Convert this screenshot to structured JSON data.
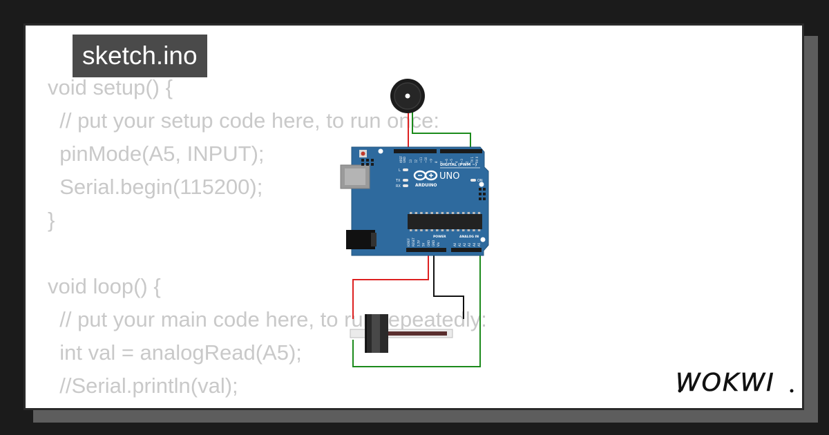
{
  "file_tab": {
    "label": "sketch.ino"
  },
  "code_lines": [
    "void setup() {",
    "  // put your setup code here, to run once:",
    "  pinMode(A5, INPUT);",
    "  Serial.begin(115200);",
    "}",
    "",
    "void loop() {",
    "  // put your main code here, to run repeatedly:",
    "  int val = analogRead(A5);",
    "  //Serial.println(val);",
    "}"
  ],
  "board": {
    "brand": "ARDUINO",
    "model": "UNO",
    "digital_label": "DIGITAL (PWM ~)",
    "analog_label": "ANALOG IN",
    "power_label": "POWER",
    "on_label": "ON",
    "top_pins": [
      "AREF",
      "GND",
      "13",
      "12",
      "~11",
      "~10",
      "~9",
      "8",
      "7",
      "~6",
      "~5",
      "4",
      "~3",
      "2",
      "TX 1",
      "RX 0"
    ],
    "power_pins": [
      "IOREF",
      "RESET",
      "3.3V",
      "5V",
      "GND",
      "GND",
      "Vin"
    ],
    "analog_pins": [
      "A0",
      "A1",
      "A2",
      "A3",
      "A4",
      "A5"
    ],
    "led_labels": [
      "L",
      "TX",
      "RX"
    ]
  },
  "logo": {
    "text": "WOKWI"
  },
  "colors": {
    "background": "#1b1b1b",
    "card": "#ffffff",
    "tab": "#4a4a4a",
    "code_text": "#c9c9c9",
    "board": "#2e6a9e",
    "wire_red": "#dd2020",
    "wire_green": "#1b8a1b",
    "wire_black": "#111111"
  }
}
